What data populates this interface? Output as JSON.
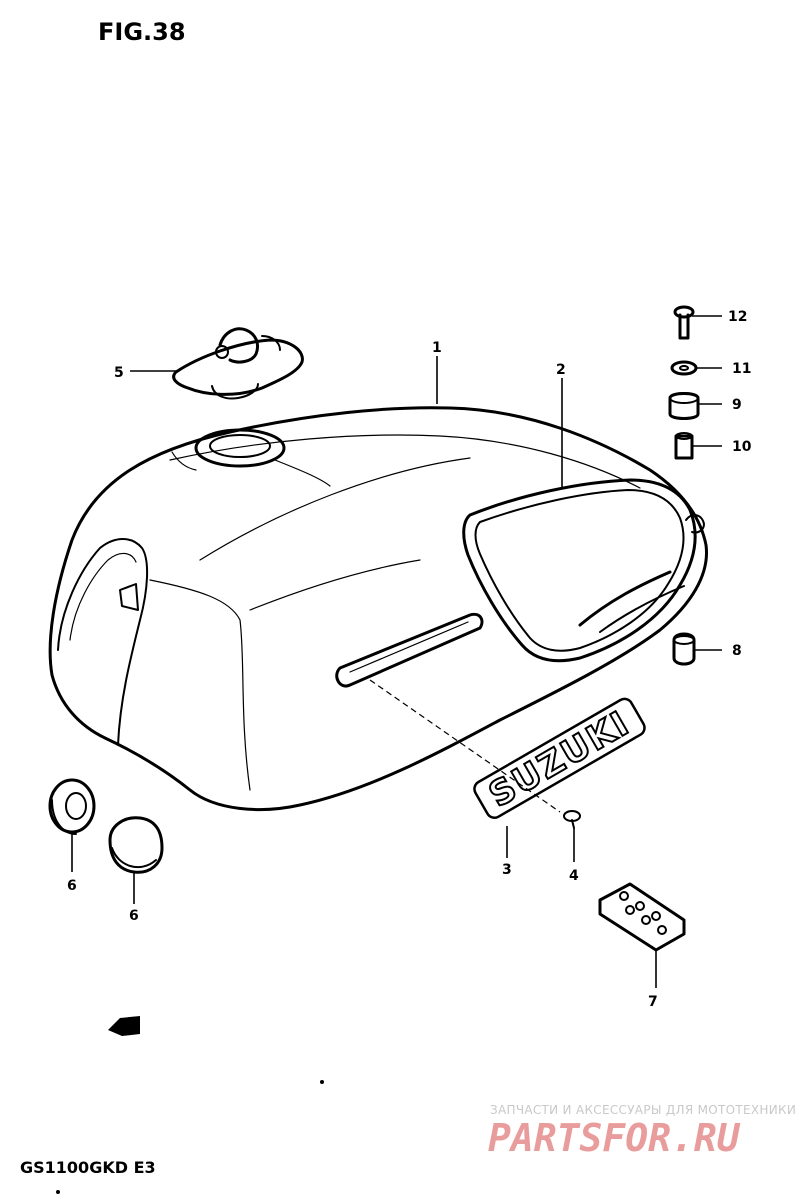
{
  "figure": {
    "title": "FIG.38",
    "model_code": "GS1100GKD E3"
  },
  "callouts": [
    "1",
    "2",
    "3",
    "4",
    "5",
    "6",
    "6",
    "7",
    "8",
    "9",
    "10",
    "11",
    "12"
  ],
  "emblem_text": "SUZUKI",
  "watermark": {
    "subtitle": "ЗАПЧАСТИ И АКСЕССУАРЫ ДЛЯ МОТОТЕХНИКИ",
    "logo": "PARTSFOR.RU"
  }
}
